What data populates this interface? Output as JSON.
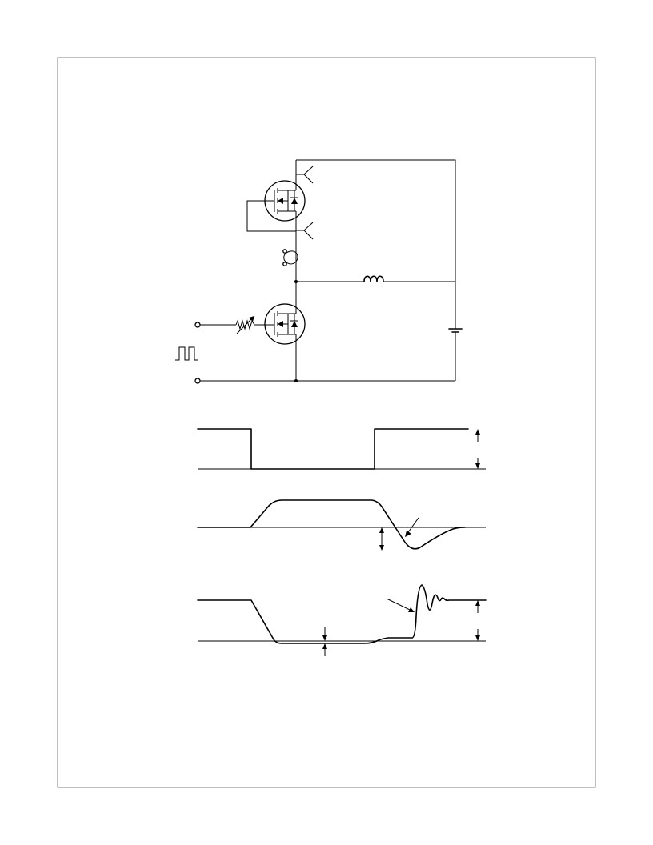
{
  "figure": {
    "border_color": "#808080",
    "line_color": "#000000",
    "components": {
      "upper_mosfet": "n-channel-mosfet-with-body-diode",
      "lower_mosfet": "n-channel-mosfet-with-body-diode",
      "current_probe": "current-transformer-icon",
      "load_inductor": "inductor-icon",
      "supply": "dc-source-icon",
      "gate_resistor": "variable-resistor-icon",
      "pulse_source": "pulse-waveform-icon"
    },
    "waveforms": [
      {
        "id": "gate-drive",
        "shape": "square-pulse"
      },
      {
        "id": "diode-current",
        "shape": "reverse-recovery"
      },
      {
        "id": "diode-voltage",
        "shape": "voltage-with-ringing"
      }
    ]
  }
}
